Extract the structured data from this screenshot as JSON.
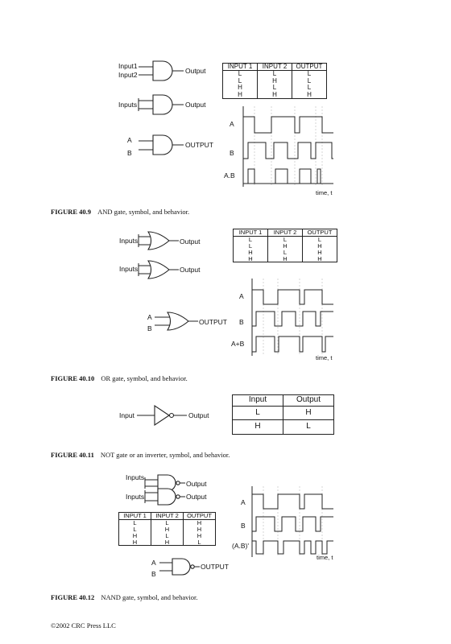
{
  "fig409": {
    "gate1_in1": "Input1",
    "gate1_in2": "Input2",
    "gate1_out": "Output",
    "gate2_in": "Inputs",
    "gate2_out": "Output",
    "gate3_a": "A",
    "gate3_b": "B",
    "gate3_out": "OUTPUT",
    "table": {
      "headers": [
        "INPUT 1",
        "INPUT 2",
        "OUTPUT"
      ],
      "rows": [
        [
          "L",
          "L",
          "L"
        ],
        [
          "L",
          "H",
          "L"
        ],
        [
          "H",
          "L",
          "L"
        ],
        [
          "H",
          "H",
          "H"
        ]
      ]
    },
    "wave": {
      "a": "A",
      "b": "B",
      "out": "A.B",
      "time": "time, t"
    },
    "caption_num": "FIGURE 40.9",
    "caption_text": "AND gate, symbol, and behavior."
  },
  "fig4010": {
    "gate1_in": "Inputs",
    "gate1_out": "Output",
    "gate2_in": "Inputs",
    "gate2_out": "Output",
    "gate3_a": "A",
    "gate3_b": "B",
    "gate3_out": "OUTPUT",
    "table": {
      "headers": [
        "INPUT 1",
        "INPUT 2",
        "OUTPUT"
      ],
      "rows": [
        [
          "L",
          "L",
          "L"
        ],
        [
          "L",
          "H",
          "H"
        ],
        [
          "H",
          "L",
          "H"
        ],
        [
          "H",
          "H",
          "H"
        ]
      ]
    },
    "wave": {
      "a": "A",
      "b": "B",
      "out": "A+B",
      "time": "time, t"
    },
    "caption_num": "FIGURE 40.10",
    "caption_text": "OR gate, symbol, and behavior."
  },
  "fig4011": {
    "in": "Input",
    "out": "Output",
    "table": {
      "headers": [
        "Input",
        "Output"
      ],
      "rows": [
        [
          "L",
          "H"
        ],
        [
          "H",
          "L"
        ]
      ]
    },
    "caption_num": "FIGURE 40.11",
    "caption_text": "NOT gate or an inverter, symbol, and behavior."
  },
  "fig4012": {
    "gate1_in": "Inputs",
    "gate1_out": "Output",
    "gate2_in": "Inputs",
    "gate2_out": "Output",
    "gate3_a": "A",
    "gate3_b": "B",
    "gate3_out": "OUTPUT",
    "table": {
      "headers": [
        "INPUT 1",
        "INPUT 2",
        "OUTPUT"
      ],
      "rows": [
        [
          "L",
          "L",
          "H"
        ],
        [
          "L",
          "H",
          "H"
        ],
        [
          "H",
          "L",
          "H"
        ],
        [
          "H",
          "H",
          "L"
        ]
      ]
    },
    "wave": {
      "a": "A",
      "b": "B",
      "out": "(A.B)'",
      "time": "time, t"
    },
    "caption_num": "FIGURE 40.12",
    "caption_text": "NAND gate, symbol, and behavior."
  },
  "footer": "©2002 CRC Press LLC"
}
